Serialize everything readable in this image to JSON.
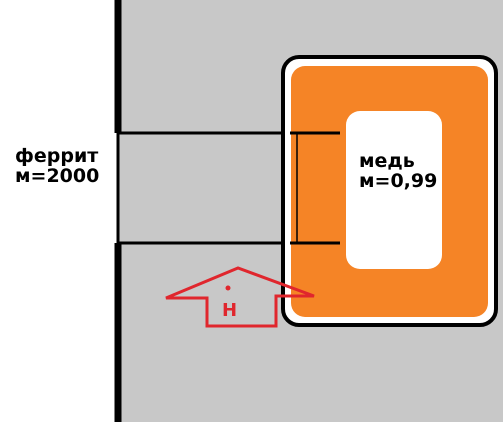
{
  "colors": {
    "background": "#ffffff",
    "ferrite_fill": "#c8c8c8",
    "outline": "#000000",
    "copper_fill": "#f58426",
    "copper_window": "#ffffff",
    "field_arrow": "#e0262d"
  },
  "labels": {
    "ferrite": [
      "феррит",
      "м=2000"
    ],
    "copper": [
      "медь",
      "м=0,99"
    ],
    "field": "H"
  }
}
